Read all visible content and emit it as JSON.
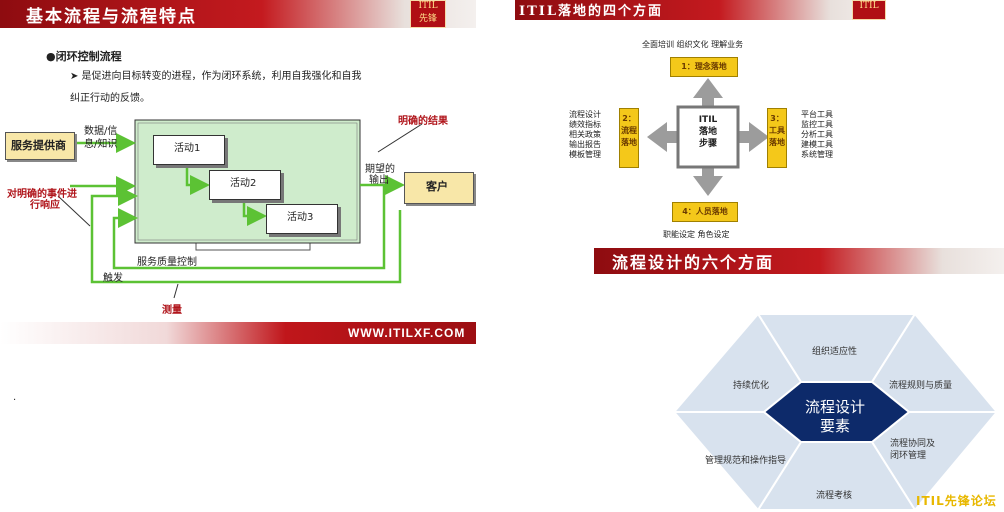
{
  "slide1": {
    "title": "基本流程与流程特点",
    "heading": "●闭环控制流程",
    "bullet_line1": "➤  是促进向目标转变的进程，作为闭环系统，利用自我强化和自我",
    "bullet_line2": "纠正行动的反馈。",
    "provider": "服务提供商",
    "input_line1": "数据/信",
    "input_line2": "息/知识",
    "response_line1": "对明确的事件进",
    "response_line2": "行响应",
    "activities": [
      "活动1",
      "活动2",
      "活动3"
    ],
    "clear_result": "明确的结果",
    "expected_line1": "期望的",
    "expected_line2": "输出",
    "customer": "客户",
    "quality_control": "服务质量控制",
    "trigger": "触发",
    "measure": "测量",
    "url": "WWW.ITILXF.COM"
  },
  "slide2": {
    "title": "ITIL落地的四个方面",
    "top_labels": "全面培训  组织文化  理解业务",
    "box_top": "1：理念落地",
    "box_left": "2：流程落地",
    "box_right": "3：工具落地",
    "box_bottom": "4：人员落地",
    "center_lines": [
      "ITIL",
      "落地",
      "步骤"
    ],
    "left_items": [
      "流程设计",
      "绩效指标",
      "相关政策",
      "输出报告",
      "模板管理"
    ],
    "right_items": [
      "平台工具",
      "监控工具",
      "分析工具",
      "建模工具",
      "系统管理"
    ],
    "bottom_labels": "职能设定  角色设定"
  },
  "slide3": {
    "title": "流程设计的六个方面",
    "center_line1": "流程设计",
    "center_line2": "要素",
    "seg_top": "组织适应性",
    "seg_upper_right": "流程规则与质量",
    "seg_lower_right_1": "流程协同及",
    "seg_lower_right_2": "闭环管理",
    "seg_bottom": "流程考核",
    "seg_lower_left": "管理规范和操作指导",
    "seg_upper_left": "持续优化"
  },
  "forum_label": "ITIL先锋论坛",
  "stray_mark": "."
}
